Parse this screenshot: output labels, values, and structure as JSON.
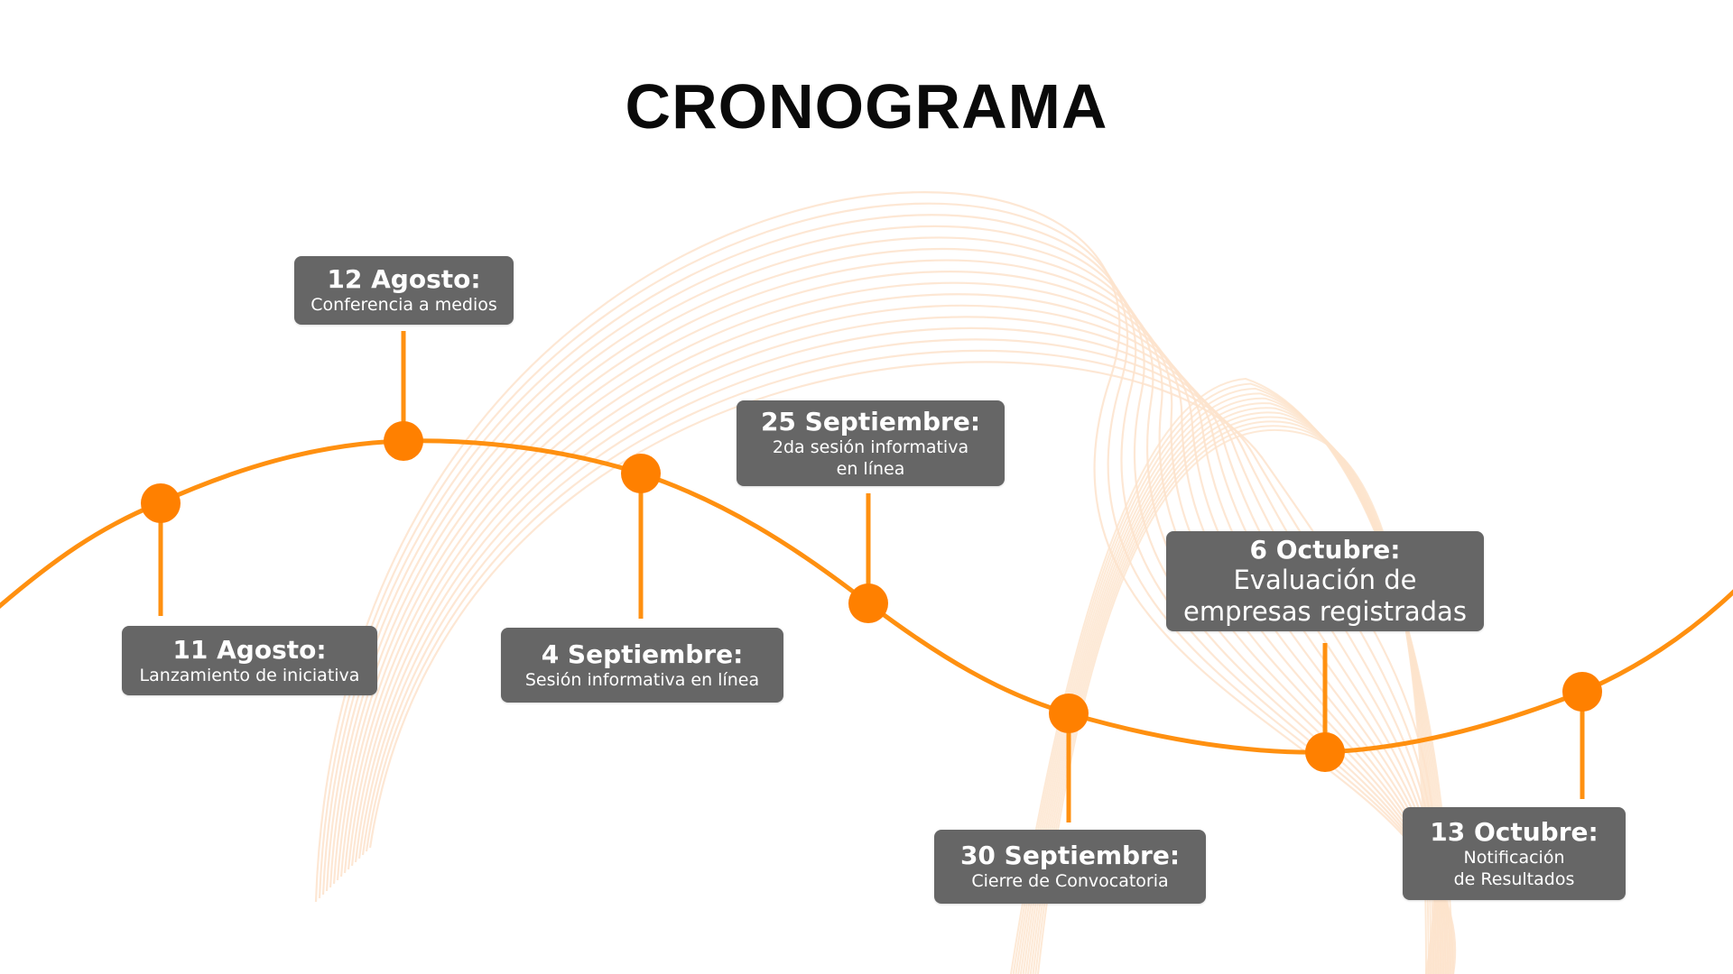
{
  "title": "CRONOGRAMA",
  "colors": {
    "accent": "#FF8000",
    "line": "#FF9010",
    "box": "#666666",
    "box_text": "#FFFFFF",
    "swirl": "#FDE3CC",
    "title": "#0A0A0A"
  },
  "milestones": [
    {
      "date": "11 Agosto:",
      "desc": [
        "Lanzamiento de iniciativa"
      ],
      "position": "below"
    },
    {
      "date": "12 Agosto:",
      "desc": [
        "Conferencia a medios"
      ],
      "position": "above"
    },
    {
      "date": "4 Septiembre:",
      "desc": [
        "Sesión informativa en línea"
      ],
      "position": "below"
    },
    {
      "date": "25 Septiembre:",
      "desc": [
        "2da sesión informativa",
        "en línea"
      ],
      "position": "above"
    },
    {
      "date": "30 Septiembre:",
      "desc": [
        "Cierre de Convocatoria"
      ],
      "position": "below"
    },
    {
      "date": "6 Octubre:",
      "desc": [
        "Evaluación de",
        "empresas registradas"
      ],
      "position": "above"
    },
    {
      "date": "13 Octubre:",
      "desc": [
        "Notificación",
        "de Resultados"
      ],
      "position": "below"
    }
  ]
}
